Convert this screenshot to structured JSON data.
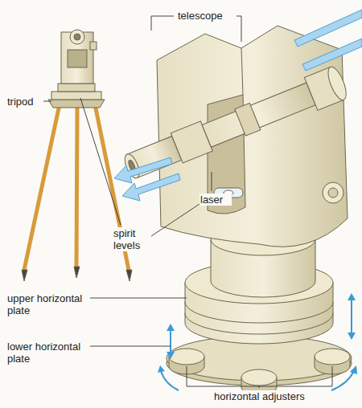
{
  "diagram": {
    "labels": [
      "telescope",
      "tripod",
      "laser",
      "spirit levels",
      "upper horizontal plate",
      "lower horizontal plate",
      "horizontal adjusters"
    ]
  }
}
